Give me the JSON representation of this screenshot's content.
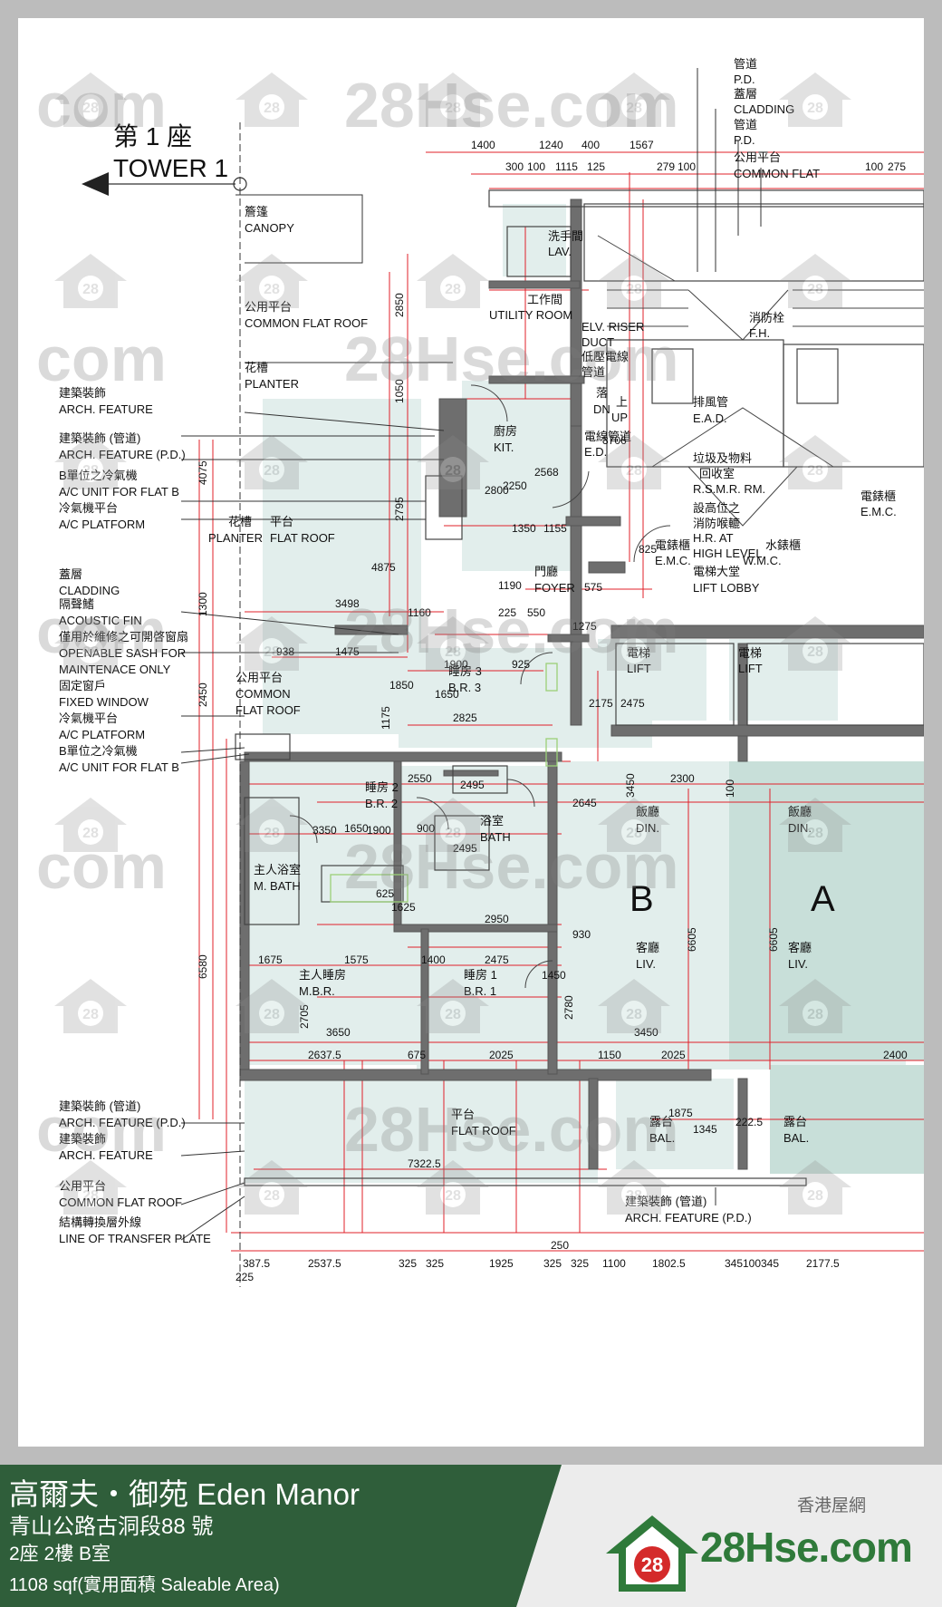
{
  "tower": {
    "zh": "第 1 座",
    "en": "TOWER 1"
  },
  "unit_letters": {
    "b": "B",
    "a": "A"
  },
  "annotations": {
    "canopy_zh": "簷篷",
    "canopy_en": "CANOPY",
    "cfr_zh": "公用平台",
    "cfr_en": "COMMON FLAT ROOF",
    "planter_zh": "花槽",
    "planter_en": "PLANTER",
    "arch_zh": "建築裝飾",
    "arch_en": "ARCH. FEATURE",
    "archpd_zh": "建築裝飾 (管道)",
    "archpd_en": "ARCH. FEATURE (P.D.)",
    "acb_zh": "B單位之冷氣機",
    "acb_en": "A/C UNIT FOR FLAT B",
    "acp_zh": "冷氣機平台",
    "acp_en": "A/C PLATFORM",
    "clad_zh": "蓋層",
    "clad_en": "CLADDING",
    "fin_zh": "隔聲鰭",
    "fin_en": "ACOUSTIC FIN",
    "sash_zh": "僅用於維修之可開啓窗扇",
    "sash_en1": "OPENABLE SASH FOR",
    "sash_en2": "MAINTENACE ONLY",
    "fixed_zh": "固定窗戶",
    "fixed_en": "FIXED WINDOW",
    "cfr2_zh": "公用平台",
    "cfr2_en1": "COMMON",
    "cfr2_en2": "FLAT ROOF",
    "acp2_zh": "冷氣機平台",
    "acp2_en": "A/C PLATFORM",
    "acb2_zh": "B單位之冷氣機",
    "acb2_en": "A/C UNIT FOR FLAT B",
    "planter2_zh": "花槽",
    "planter2_en": "PLANTER",
    "fr_zh": "平台",
    "fr_en": "FLAT ROOF",
    "bot_archpd_zh": "建築裝飾 (管道)",
    "bot_archpd_en": "ARCH. FEATURE (P.D.)",
    "bot_arch_zh": "建築裝飾",
    "bot_arch_en": "ARCH. FEATURE",
    "bot_cfr_zh": "公用平台",
    "bot_cfr_en": "COMMON FLAT ROOF",
    "tp_zh": "結構轉換層外線",
    "tp_en": "LINE OF TRANSFER PLATE",
    "br_archpd_zh": "建築裝飾 (管道)",
    "br_archpd_en": "ARCH. FEATURE (P.D.)",
    "tr_pd_zh": "管道",
    "tr_pd_en": "P.D.",
    "tr_clad_zh": "蓋層",
    "tr_clad_en": "CLADDING",
    "tr_pd2_zh": "管道",
    "tr_pd2_en": "P.D.",
    "tr_cfr_zh": "公用平台",
    "tr_cfr_en": "COMMON FLAT"
  },
  "rooms": {
    "lav_zh": "洗手間",
    "lav_en": "LAV.",
    "util_zh": "工作間",
    "util_en": "UTILITY ROOM",
    "kit_zh": "廚房",
    "kit_en": "KIT.",
    "foyer_zh": "門廳",
    "foyer_en": "FOYER",
    "br3_zh": "睡房 3",
    "br3_en": "B.R. 3",
    "br2_zh": "睡房 2",
    "br2_en": "B.R. 2",
    "bath_zh": "浴室",
    "bath_en": "BATH",
    "mbath_zh": "主人浴室",
    "mbath_en": "M. BATH",
    "mbr_zh": "主人睡房",
    "mbr_en": "M.B.R.",
    "br1_zh": "睡房 1",
    "br1_en": "B.R. 1",
    "din_zh": "飯廳",
    "din_en": "DIN.",
    "liv_zh": "客廳",
    "liv_en": "LIV.",
    "bal_zh": "露台",
    "bal_en": "BAL.",
    "din_a_zh": "飯廳",
    "din_a_en": "DIN.",
    "liv_a_zh": "客廳",
    "liv_a_en": "LIV.",
    "bal_a_zh": "露台",
    "bal_a_en": "BAL.",
    "flatroof_zh": "平台",
    "flatroof_en": "FLAT ROOF",
    "lift1_zh": "電梯",
    "lift1_en": "LIFT",
    "lift2_zh": "電梯",
    "lift2_en": "LIFT",
    "lobby_zh": "電梯大堂",
    "lobby_en": "LIFT LOBBY",
    "emc_zh": "電錶櫃",
    "emc_en": "E.M.C.",
    "wmc_zh": "水錶櫃",
    "wmc_en": "W.M.C.",
    "rsmr_zh": "垃圾及物料",
    "rsmr_zh2": "回收室",
    "rsmr_en": "R.S.M.R. RM.",
    "ead_zh": "排風管",
    "ead_en": "E.A.D.",
    "fh_zh": "消防栓",
    "fh_en": "F.H.",
    "elv_en1": "ELV. RISER",
    "elv_en2": "DUCT",
    "elv_zh": "低壓電線",
    "elv_zh2": "管道",
    "ed_zh": "電線管道",
    "ed_en": "E.D.",
    "up_zh": "上",
    "up_en": "UP",
    "dn_zh": "落",
    "dn_en": "DN",
    "hr_zh1": "設高位之",
    "hr_zh2": "消防喉轆",
    "hr_en1": "H.R. AT",
    "hr_en2": "HIGH LEVEL",
    "emc2_zh": "電錶櫃",
    "emc2_en": "E.M.C."
  },
  "dimensions": {
    "top": [
      "1400",
      "1240",
      "400",
      "1567",
      "300",
      "100",
      "1115",
      "125",
      "279",
      "100",
      "100",
      "275"
    ],
    "left": [
      "4075",
      "1300",
      "2450",
      "6580"
    ],
    "interior": [
      "2850",
      "1050",
      "2795",
      "4875",
      "3498",
      "1160",
      "938",
      "1475",
      "1850",
      "1175",
      "1900",
      "925",
      "1650",
      "2825",
      "2175",
      "2475",
      "2550",
      "2495",
      "1650",
      "900",
      "2495",
      "2645",
      "3450",
      "2300",
      "100",
      "3350",
      "1900",
      "625",
      "1625",
      "2950",
      "930",
      "1675",
      "1575",
      "1400",
      "2475",
      "1450",
      "2705",
      "3650",
      "2780",
      "3450",
      "2637.5",
      "675",
      "2025",
      "1150",
      "2025",
      "2400",
      "6605",
      "6605",
      "1875",
      "1345",
      "222.5",
      "7322.5",
      "2568",
      "2250",
      "1350",
      "1155",
      "575",
      "3706",
      "825",
      "2800",
      "1190",
      "225",
      "550",
      "1275"
    ],
    "bottom": [
      "387.5",
      "2537.5",
      "325",
      "325",
      "1925",
      "250",
      "325",
      "325",
      "1100",
      "1802.5",
      "345",
      "100",
      "345",
      "2177.5",
      "225"
    ]
  },
  "watermark": {
    "badge": "28",
    "text_com": "com",
    "text_site": "28Hse.com"
  },
  "footer": {
    "estate": "高爾夫・御苑 Eden Manor",
    "address": "青山公路古洞段88 號",
    "unit": "2座 2樓 B室",
    "area": "1108 sqf(實用面積 Saleable Area)",
    "brand_sub": "香港屋網",
    "brand_name": "28Hse.com",
    "brand_badge": "28"
  },
  "colors": {
    "accent_green": "#2f5e3a",
    "brand_green": "#2f7a3a",
    "room_fill": "#e2eeec",
    "dim_red": "#e0202a",
    "wall": "#6e6e6e"
  }
}
